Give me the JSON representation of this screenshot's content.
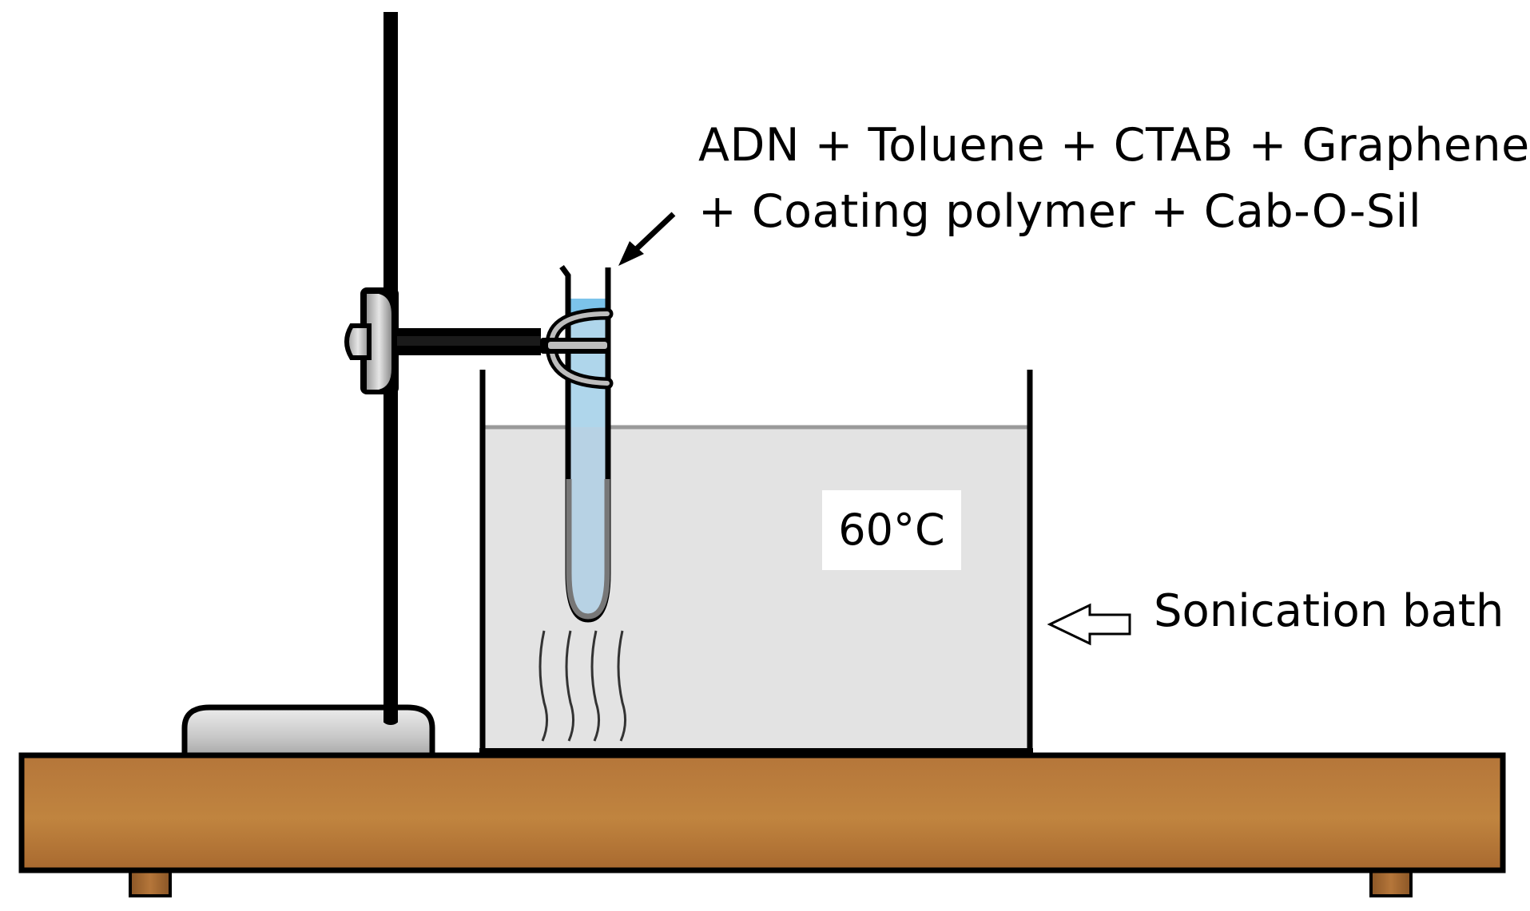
{
  "labels": {
    "mixture_line1": "ADN + Toluene + CTAB + Graphene +",
    "mixture_line2": "+ Coating polymer + Cab-O-Sil",
    "temperature": "60°C",
    "bath": "Sonication bath"
  },
  "colors": {
    "table_top": "#b5763a",
    "table_dark": "#8a5626",
    "bath_water": "#e3e3e3",
    "water_line": "#9a9a9a",
    "tube_liquid": "#b7d2e4",
    "tube_liquid_top": "#7cc3ea",
    "stand_base": "#c8c8c8",
    "outline": "#000000"
  },
  "icons": {
    "stand": "retort-stand-icon",
    "clamp": "tube-clamp-icon",
    "tube": "test-tube-icon",
    "bath": "sonication-bath-icon",
    "waves": "ultrasound-waves-icon",
    "pointer_arrow": "pointer-arrow-icon",
    "hollow_arrow": "hollow-arrow-icon"
  }
}
